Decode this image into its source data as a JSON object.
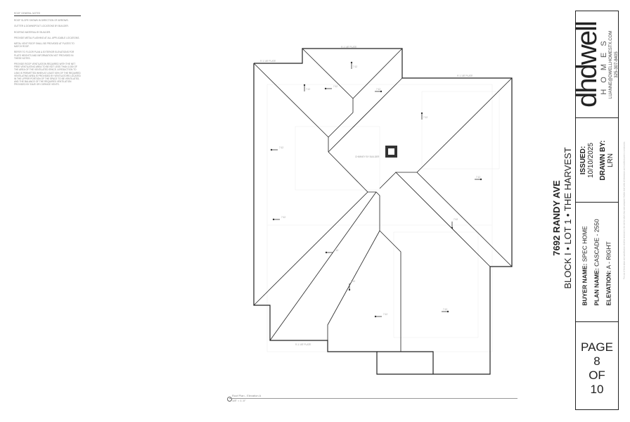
{
  "notes": {
    "title": "ROOF GENERAL NOTES",
    "items": [
      "ROOF SLOPE SHOWN IN DIRECTION OF ARROWS.",
      "GUTTER & DOWNSPOUT LOCATIONS BY BUILDER.",
      "ROOFING MATERIAL BY BUILDER.",
      "PROVIDE METAL FLASHING AT ALL APPLICABLE LOCATIONS.",
      "METAL VENT ROOF SHALL BE PROVIDED AT PLATES TO MATCH ROOF.",
      "REFER TO FLOOR PLAN & EXTERIOR ELEVATIONS FOR PLATE HEIGHTS AND INFORMATION NOT PROVIDED IN THESE NOTES.",
      "PROVIDE ROOF VENTILATION REQUIRED WITH THE NET FREE VENTILATING AREA TO BE NOT LESS THAN 1/150 OF THE AREA OF THE VENTILATED SPACE. A REDUCTION TO 1/300 IS PERMITTED WHEN AT LEAST 50% OF THE REQUIRED VENTILATING AREA IS PROVIDED BY VENTILATORS LOCATED IN THE UPPER PORTION OF THE SPACE TO BE VENTILATED, AND THE BALANCE OF THE REQUIRED VENTILATION PROVIDED BY EAVE OR CORNICE VENTS."
    ]
  },
  "plan": {
    "slope_label": "7:12",
    "plate_label": "9'-1 1/8\" PLATE",
    "chimney_note": "CHIMNEY BY BUILDER",
    "caption_title": "Roof Plan - Elevation A",
    "caption_scale": "1/8\" = 1'-0\""
  },
  "title_block": {
    "logo": {
      "brand": "dhdwell",
      "sub": "HOMES",
      "email": "LUANNE@DWELLHOMESTX.COM",
      "phone": "325-307-8405"
    },
    "issued_label": "ISSUED:",
    "issued_date": "10/10/2025",
    "drawn_by_label": "DRAWN BY:",
    "drawn_by": "LRN",
    "address": "7692 RANDY AVE",
    "lot_line": "BLOCK I  •  LOT 1 •  THE HARVEST",
    "buyer_label": "BUYER NAME:",
    "buyer": "SPEC HOME",
    "plan_label": "PLAN NAME:",
    "plan": "CASCADE - 2550",
    "elevation_label": "ELEVATION:",
    "elevation": "A - RIGHT",
    "page_label": "PAGE",
    "page_num": "8",
    "of_label": "OF",
    "page_total": "10"
  },
  "disclaimer": "The use of these plans and specifications shall be restricted to the site for which they were prepared. Builder shall verify all dimensions and conditions prior to construction."
}
